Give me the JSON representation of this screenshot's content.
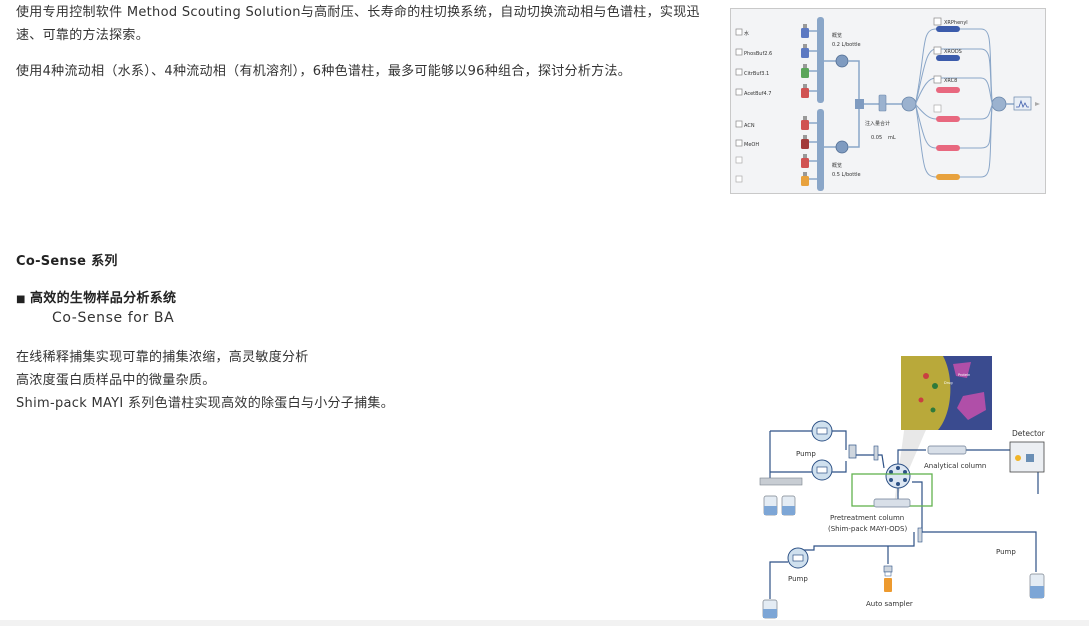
{
  "section1": {
    "paragraph1": "使用专用控制软件 Method Scouting Solution与高耐压、长寿命的柱切换系统，自动切换流动相与色谱柱，实现迅速、可靠的方法探索。",
    "paragraph2": "使用4种流动相（水系）、4种流动相（有机溶剂），6种色谱柱，最多可能够以96种组合，探讨分析方法。"
  },
  "figure1": {
    "aqueous_items": [
      "水",
      "PhosBuf2.6",
      "CitrBuf3.1",
      "AcetBuf4.7"
    ],
    "organic_items": [
      "ACN",
      "MeOH",
      "",
      ""
    ],
    "pump_a_label": "概览",
    "pump_a_flow": "0.2 L/bottle",
    "pump_b_label": "概览",
    "pump_b_flow": "0.5 L/bottle",
    "mixer_label": "注入量合计",
    "mixer_value": "0.05",
    "mixer_unit": "mL",
    "columns": [
      "XRPhenyl",
      "XRODS",
      "XRC8",
      "",
      "",
      ""
    ],
    "colors": {
      "column_blue": "#3b5bab",
      "column_pink": "#e8687f",
      "bottle_blue": "#5c79c2",
      "bottle_green": "#5aa55a",
      "bottle_red": "#d05252",
      "bottle_orange": "#e8a23e",
      "panel_bg": "#f3f4f6",
      "line": "#8aa6c8"
    }
  },
  "section2": {
    "heading": "Co-Sense 系列",
    "bullet_mark": "■",
    "bullet_title": "高效的生物样品分析系统",
    "subtitle": "Co-Sense for BA",
    "desc_lines": [
      "在线稀释捕集实现可靠的捕集浓缩，高灵敏度分析",
      "高浓度蛋白质样品中的微量杂质。",
      "Shim-pack MAYI 系列色谱柱实现高效的除蛋白与小分子捕集。"
    ]
  },
  "figure2": {
    "pump_label": "Pump",
    "detector_label": "Detector",
    "analytical_label": "Analytical column",
    "pretreatment_line1": "Pretreatment column",
    "pretreatment_line2": "(Shim-pack MAYI-ODS)",
    "autosampler_label": "Auto sampler",
    "inset_labels": [
      "Protein",
      "Drug"
    ],
    "colors": {
      "line": "#2e5286",
      "inset_bg": "#3a4b8f",
      "inset_bead": "#b9a93a",
      "protein": "#b04fa8",
      "highlight_box": "#62b24f",
      "detector_dot": "#f0b428"
    }
  }
}
